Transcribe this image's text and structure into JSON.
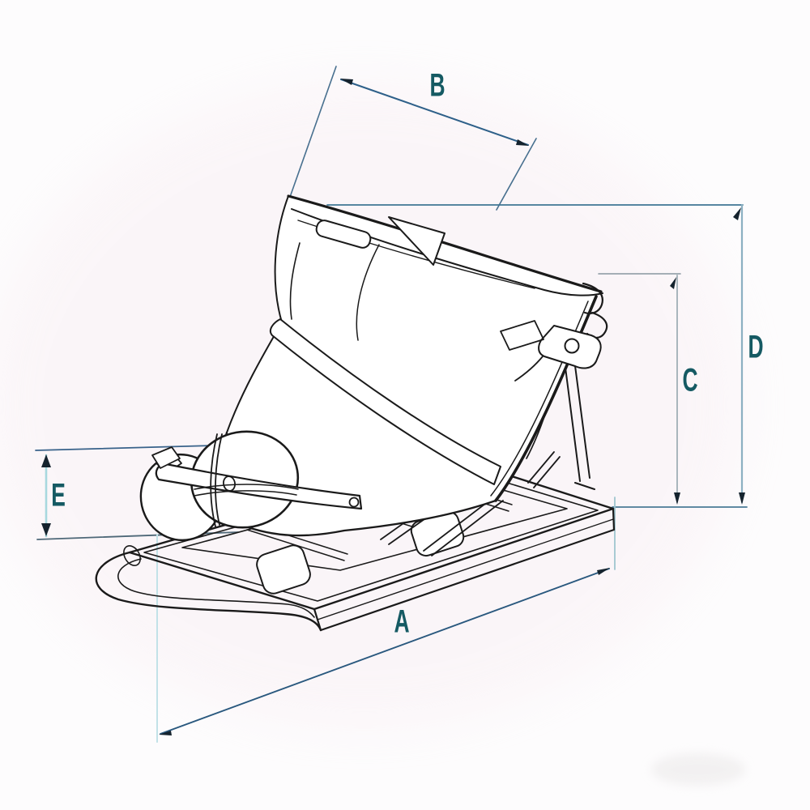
{
  "diagram": {
    "type": "technical-dimension-drawing",
    "subject": "tilting concrete bucket on skid base frame",
    "dimensions": {
      "a": {
        "label": "A"
      },
      "b": {
        "label": "B"
      },
      "c": {
        "label": "C"
      },
      "d": {
        "label": "D"
      },
      "e": {
        "label": "E"
      }
    },
    "colors": {
      "label_text": "#155a63",
      "dimension_primary": "#2e6089",
      "dimension_secondary": "#29587e",
      "extension_steel": "#3f7694",
      "extension_light_steel": "#8cb0c2",
      "extension_gray": "#a9b6bd",
      "extension_cyan": "#a7d8de",
      "extension_pale_cyan": "#c2e2e8",
      "arrow_dark": "#15232e",
      "drawing_line": "#1a1a1a",
      "background": "#fdfcfd"
    }
  }
}
